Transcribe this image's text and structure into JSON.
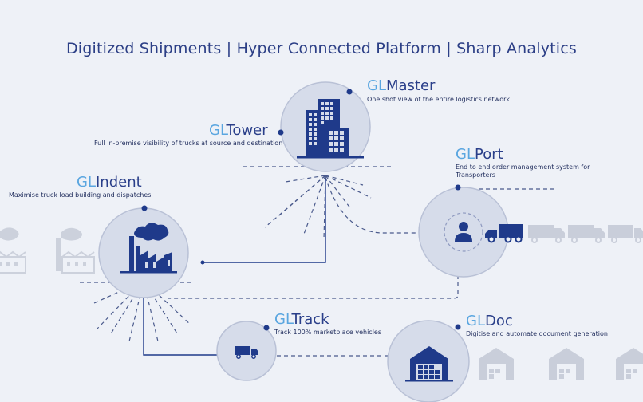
{
  "headline": "Digitized Shipments |  Hyper Connected Platform  |  Sharp Analytics",
  "colors": {
    "background": "#eef1f7",
    "navy": "#1f3a8a",
    "accent_blue": "#5aa6e0",
    "circle_fill": "#d6dcea",
    "circle_stroke": "#b9c1d6",
    "ghost": "#c9ceda"
  },
  "nodes": {
    "master": {
      "prefix": "GL",
      "suffix": "Master",
      "desc": "One shot view of the entire logistics network",
      "icon": "office-building-icon"
    },
    "tower": {
      "prefix": "GL",
      "suffix": "Tower",
      "desc": "Full in-premise visibility of trucks at source and destination",
      "icon": "control-tower-icon"
    },
    "port": {
      "prefix": "GL",
      "suffix": "Port",
      "desc_line1": "End to end order management system for",
      "desc_line2": "Transporters",
      "icon": "person-icon"
    },
    "indent": {
      "prefix": "GL",
      "suffix": "Indent",
      "desc": "Maximise truck load building and dispatches",
      "icon": "factory-icon"
    },
    "track": {
      "prefix": "GL",
      "suffix": "Track",
      "desc": "Track 100% marketplace vehicles",
      "icon": "truck-icon"
    },
    "doc": {
      "prefix": "GL",
      "suffix": "Doc",
      "desc": "Digitise and automate document generation",
      "icon": "warehouse-icon"
    }
  }
}
